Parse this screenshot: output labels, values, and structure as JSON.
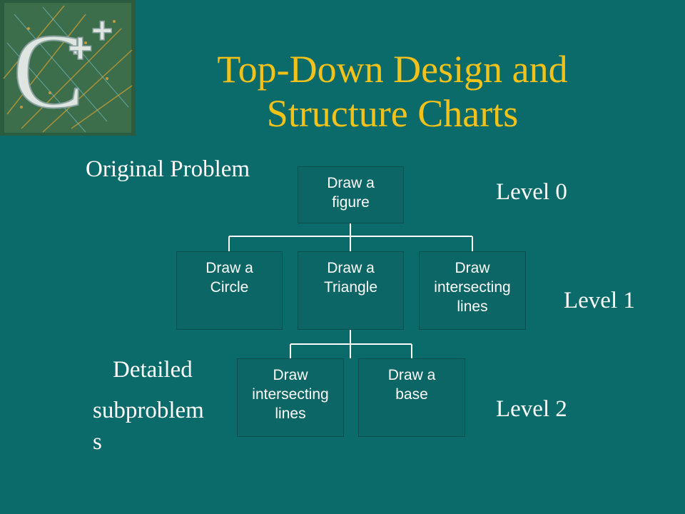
{
  "slide": {
    "title_line1": "Top-Down Design and",
    "title_line2": "Structure Charts"
  },
  "logo": {
    "letters": "C++",
    "icon": "cpp-book-cover-icon"
  },
  "labels": {
    "original_problem": "Original Problem",
    "level0": "Level 0",
    "level1": "Level 1",
    "level2": "Level 2",
    "detailed_line1": "Detailed",
    "detailed_line2": "subproblem",
    "detailed_line3": "s"
  },
  "chart": {
    "level0": {
      "line1": "Draw a",
      "line2": "figure"
    },
    "level1": [
      {
        "line1": "Draw a",
        "line2": "Circle",
        "line3": ""
      },
      {
        "line1": "Draw a",
        "line2": "Triangle",
        "line3": ""
      },
      {
        "line1": "Draw",
        "line2": "intersecting",
        "line3": "lines"
      }
    ],
    "level2": [
      {
        "line1": "Draw",
        "line2": "intersecting",
        "line3": "lines"
      },
      {
        "line1": "Draw a",
        "line2": "base",
        "line3": ""
      }
    ]
  },
  "colors": {
    "background": "#0b6b6a",
    "title": "#f2c21b",
    "text": "#ffffff",
    "connector": "#ffffff"
  }
}
